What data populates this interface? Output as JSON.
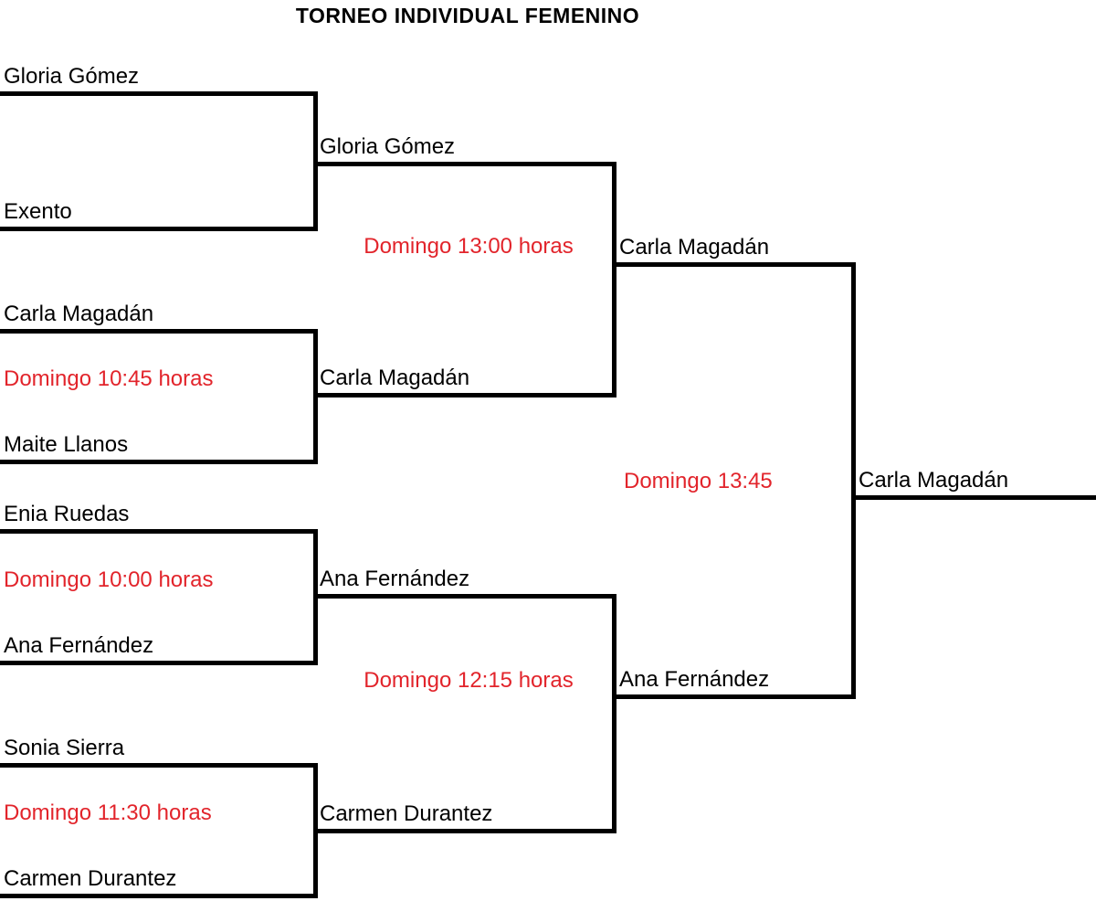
{
  "title": "TORNEO INDIVIDUAL FEMENINO",
  "colors": {
    "line": "#000000",
    "player_text": "#000000",
    "time_text": "#e2242b",
    "background": "#ffffff"
  },
  "rounds": {
    "round1": {
      "matches": [
        {
          "player_top": "Gloria Gómez",
          "player_bottom": "Exento"
        },
        {
          "player_top": "Carla Magadán",
          "player_bottom": "Maite Llanos",
          "time": "Domingo 10:45 horas"
        },
        {
          "player_top": "Enia Ruedas",
          "player_bottom": "Ana Fernández",
          "time": "Domingo 10:00 horas"
        },
        {
          "player_top": "Sonia Sierra",
          "player_bottom": "Carmen Durantez",
          "time": "Domingo 11:30 horas"
        }
      ]
    },
    "semifinals": {
      "matches": [
        {
          "player_top": "Gloria Gómez",
          "player_bottom": "Carla Magadán",
          "time": "Domingo 13:00 horas",
          "winner": "Carla Magadán"
        },
        {
          "player_top": "Ana Fernández",
          "player_bottom": "Carmen Durantez",
          "time": "Domingo 12:15 horas",
          "winner": "Ana Fernández"
        }
      ]
    },
    "final": {
      "time": "Domingo 13:45",
      "winner": "Carla Magadán"
    }
  }
}
